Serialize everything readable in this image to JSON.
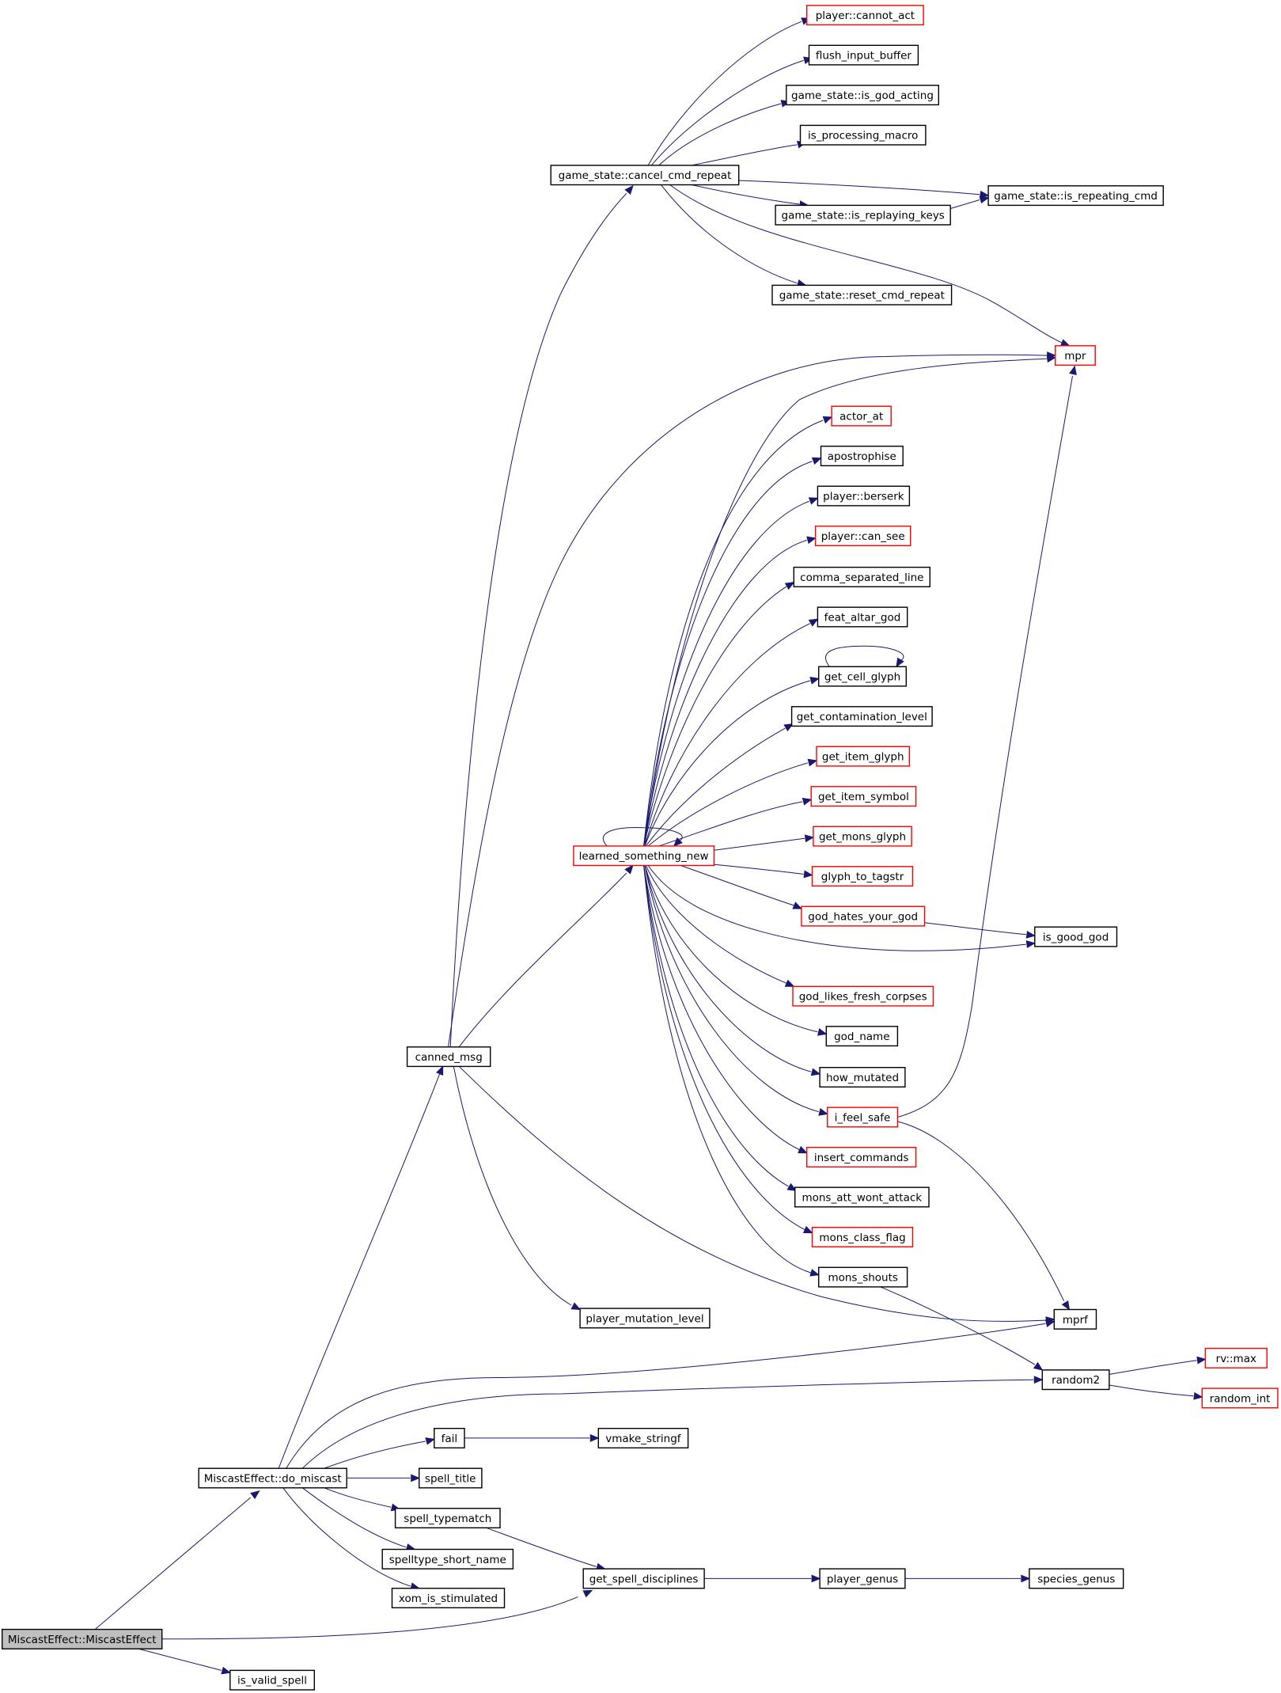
{
  "colors": {
    "edge": "#191970",
    "node_border_normal": "#000000",
    "node_border_truncated": "#ff0000",
    "root_fill": "#bfbfbf",
    "node_fill": "#ffffff"
  },
  "nodes": [
    {
      "id": "root",
      "label": "MiscastEffect::MiscastEffect",
      "kind": "root"
    },
    {
      "id": "do_miscast",
      "label": "MiscastEffect::do_miscast",
      "kind": "normal"
    },
    {
      "id": "is_valid_spell",
      "label": "is_valid_spell",
      "kind": "normal"
    },
    {
      "id": "get_spell_disciplines",
      "label": "get_spell_disciplines",
      "kind": "normal"
    },
    {
      "id": "player_genus",
      "label": "player_genus",
      "kind": "normal"
    },
    {
      "id": "species_genus",
      "label": "species_genus",
      "kind": "normal"
    },
    {
      "id": "canned_msg",
      "label": "canned_msg",
      "kind": "normal"
    },
    {
      "id": "fail",
      "label": "fail",
      "kind": "normal"
    },
    {
      "id": "vmake_stringf",
      "label": "vmake_stringf",
      "kind": "normal"
    },
    {
      "id": "spell_title",
      "label": "spell_title",
      "kind": "normal"
    },
    {
      "id": "spell_typematch",
      "label": "spell_typematch",
      "kind": "normal"
    },
    {
      "id": "spelltype_short_name",
      "label": "spelltype_short_name",
      "kind": "normal"
    },
    {
      "id": "xom_is_stimulated",
      "label": "xom_is_stimulated",
      "kind": "normal"
    },
    {
      "id": "random2",
      "label": "random2",
      "kind": "normal"
    },
    {
      "id": "rv_max",
      "label": "rv::max",
      "kind": "truncated"
    },
    {
      "id": "random_int",
      "label": "random_int",
      "kind": "truncated"
    },
    {
      "id": "mprf",
      "label": "mprf",
      "kind": "normal"
    },
    {
      "id": "player_mutation_level",
      "label": "player_mutation_level",
      "kind": "normal"
    },
    {
      "id": "learned_something_new",
      "label": "learned_something_new",
      "kind": "truncated"
    },
    {
      "id": "cancel_cmd_repeat",
      "label": "game_state::cancel_cmd_repeat",
      "kind": "normal"
    },
    {
      "id": "mpr",
      "label": "mpr",
      "kind": "truncated"
    },
    {
      "id": "cannot_act",
      "label": "player::cannot_act",
      "kind": "truncated"
    },
    {
      "id": "flush_input_buffer",
      "label": "flush_input_buffer",
      "kind": "normal"
    },
    {
      "id": "is_god_acting",
      "label": "game_state::is_god_acting",
      "kind": "normal"
    },
    {
      "id": "is_processing_macro",
      "label": "is_processing_macro",
      "kind": "normal"
    },
    {
      "id": "is_repeating_cmd",
      "label": "game_state::is_repeating_cmd",
      "kind": "normal"
    },
    {
      "id": "is_replaying_keys",
      "label": "game_state::is_replaying_keys",
      "kind": "normal"
    },
    {
      "id": "reset_cmd_repeat",
      "label": "game_state::reset_cmd_repeat",
      "kind": "normal"
    },
    {
      "id": "actor_at",
      "label": "actor_at",
      "kind": "truncated"
    },
    {
      "id": "apostrophise",
      "label": "apostrophise",
      "kind": "normal"
    },
    {
      "id": "berserk",
      "label": "player::berserk",
      "kind": "normal"
    },
    {
      "id": "can_see",
      "label": "player::can_see",
      "kind": "truncated"
    },
    {
      "id": "comma_separated_line",
      "label": "comma_separated_line",
      "kind": "normal"
    },
    {
      "id": "feat_altar_god",
      "label": "feat_altar_god",
      "kind": "normal"
    },
    {
      "id": "get_cell_glyph",
      "label": "get_cell_glyph",
      "kind": "normal"
    },
    {
      "id": "get_contamination_level",
      "label": "get_contamination_level",
      "kind": "normal"
    },
    {
      "id": "get_item_glyph",
      "label": "get_item_glyph",
      "kind": "truncated"
    },
    {
      "id": "get_item_symbol",
      "label": "get_item_symbol",
      "kind": "truncated"
    },
    {
      "id": "get_mons_glyph",
      "label": "get_mons_glyph",
      "kind": "truncated"
    },
    {
      "id": "glyph_to_tagstr",
      "label": "glyph_to_tagstr",
      "kind": "truncated"
    },
    {
      "id": "god_hates_your_god",
      "label": "god_hates_your_god",
      "kind": "truncated"
    },
    {
      "id": "is_good_god",
      "label": "is_good_god",
      "kind": "normal"
    },
    {
      "id": "god_likes_fresh_corpses",
      "label": "god_likes_fresh_corpses",
      "kind": "truncated"
    },
    {
      "id": "god_name",
      "label": "god_name",
      "kind": "normal"
    },
    {
      "id": "how_mutated",
      "label": "how_mutated",
      "kind": "normal"
    },
    {
      "id": "i_feel_safe",
      "label": "i_feel_safe",
      "kind": "truncated"
    },
    {
      "id": "insert_commands",
      "label": "insert_commands",
      "kind": "truncated"
    },
    {
      "id": "mons_att_wont_attack",
      "label": "mons_att_wont_attack",
      "kind": "normal"
    },
    {
      "id": "mons_class_flag",
      "label": "mons_class_flag",
      "kind": "truncated"
    },
    {
      "id": "mons_shouts",
      "label": "mons_shouts",
      "kind": "normal"
    }
  ],
  "edges": [
    [
      "root",
      "do_miscast"
    ],
    [
      "root",
      "is_valid_spell"
    ],
    [
      "root",
      "get_spell_disciplines"
    ],
    [
      "do_miscast",
      "canned_msg"
    ],
    [
      "do_miscast",
      "mprf"
    ],
    [
      "do_miscast",
      "random2"
    ],
    [
      "do_miscast",
      "fail"
    ],
    [
      "do_miscast",
      "spell_title"
    ],
    [
      "do_miscast",
      "spell_typematch"
    ],
    [
      "do_miscast",
      "spelltype_short_name"
    ],
    [
      "do_miscast",
      "xom_is_stimulated"
    ],
    [
      "fail",
      "vmake_stringf"
    ],
    [
      "spell_typematch",
      "get_spell_disciplines"
    ],
    [
      "get_spell_disciplines",
      "player_genus"
    ],
    [
      "player_genus",
      "species_genus"
    ],
    [
      "random2",
      "rv_max"
    ],
    [
      "random2",
      "random_int"
    ],
    [
      "canned_msg",
      "cancel_cmd_repeat"
    ],
    [
      "canned_msg",
      "mpr"
    ],
    [
      "canned_msg",
      "learned_something_new"
    ],
    [
      "canned_msg",
      "player_mutation_level"
    ],
    [
      "canned_msg",
      "mprf"
    ],
    [
      "cancel_cmd_repeat",
      "cannot_act"
    ],
    [
      "cancel_cmd_repeat",
      "flush_input_buffer"
    ],
    [
      "cancel_cmd_repeat",
      "is_god_acting"
    ],
    [
      "cancel_cmd_repeat",
      "is_processing_macro"
    ],
    [
      "cancel_cmd_repeat",
      "is_repeating_cmd"
    ],
    [
      "cancel_cmd_repeat",
      "is_replaying_keys"
    ],
    [
      "cancel_cmd_repeat",
      "reset_cmd_repeat"
    ],
    [
      "cancel_cmd_repeat",
      "mpr"
    ],
    [
      "is_replaying_keys",
      "is_repeating_cmd"
    ],
    [
      "learned_something_new",
      "learned_something_new"
    ],
    [
      "learned_something_new",
      "mpr"
    ],
    [
      "learned_something_new",
      "actor_at"
    ],
    [
      "learned_something_new",
      "apostrophise"
    ],
    [
      "learned_something_new",
      "berserk"
    ],
    [
      "learned_something_new",
      "can_see"
    ],
    [
      "learned_something_new",
      "comma_separated_line"
    ],
    [
      "learned_something_new",
      "feat_altar_god"
    ],
    [
      "learned_something_new",
      "get_cell_glyph"
    ],
    [
      "learned_something_new",
      "get_contamination_level"
    ],
    [
      "learned_something_new",
      "get_item_glyph"
    ],
    [
      "learned_something_new",
      "get_item_symbol"
    ],
    [
      "learned_something_new",
      "get_mons_glyph"
    ],
    [
      "learned_something_new",
      "glyph_to_tagstr"
    ],
    [
      "learned_something_new",
      "god_hates_your_god"
    ],
    [
      "learned_something_new",
      "is_good_god"
    ],
    [
      "learned_something_new",
      "god_likes_fresh_corpses"
    ],
    [
      "learned_something_new",
      "god_name"
    ],
    [
      "learned_something_new",
      "how_mutated"
    ],
    [
      "learned_something_new",
      "i_feel_safe"
    ],
    [
      "learned_something_new",
      "insert_commands"
    ],
    [
      "learned_something_new",
      "mons_att_wont_attack"
    ],
    [
      "learned_something_new",
      "mons_class_flag"
    ],
    [
      "learned_something_new",
      "mons_shouts"
    ],
    [
      "get_cell_glyph",
      "get_cell_glyph"
    ],
    [
      "god_hates_your_god",
      "is_good_god"
    ],
    [
      "i_feel_safe",
      "mpr"
    ],
    [
      "i_feel_safe",
      "mprf"
    ],
    [
      "mons_shouts",
      "random2"
    ]
  ]
}
